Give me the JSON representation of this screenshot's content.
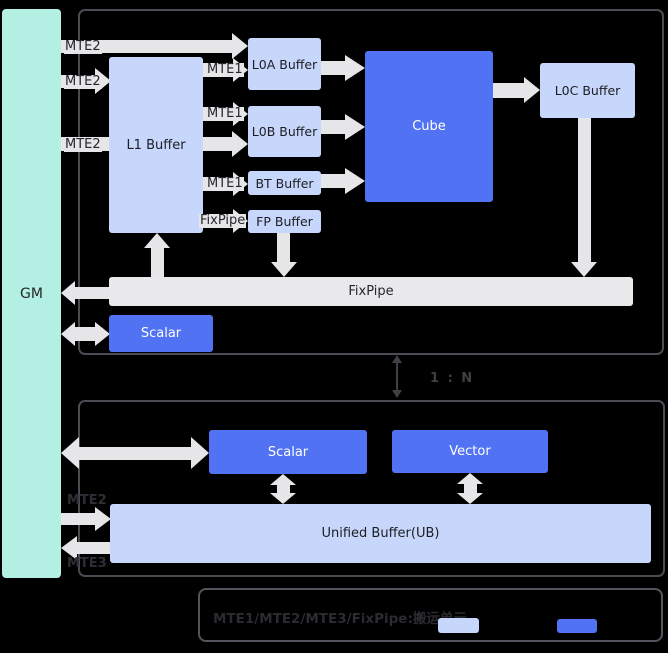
{
  "colors": {
    "background": "#000000",
    "gm_green": "#b3efe2",
    "buffer_light_blue": "#c7d7fc",
    "compute_blue": "#5173f3",
    "arrow_gray": "#e6e6e8",
    "fixpipe_bar_gray": "#e9e9eb",
    "section_border": "#4b4b54",
    "dim_label": "#3f3f45"
  },
  "gm": {
    "label": "GM"
  },
  "top_section": {
    "boxes": {
      "l1_buffer": "L1 Buffer",
      "l0a_buffer": "L0A Buffer",
      "l0b_buffer": "L0B Buffer",
      "bt_buffer": "BT Buffer",
      "fp_buffer": "FP Buffer",
      "cube": "Cube",
      "l0c_buffer": "L0C Buffer",
      "fixpipe_bar": "FixPipe",
      "scalar": "Scalar"
    },
    "arrow_labels": {
      "mte2_gm_l0a": "MTE2",
      "mte2_gm_l1": "MTE2",
      "mte2_gm_l0b": "MTE2",
      "mte1_l1_l0a": "MTE1",
      "mte1_l1_l0b": "MTE1",
      "mte1_l1_bt": "MTE1",
      "fixpipe_l1_fp": "FixPipe"
    }
  },
  "connector": {
    "label": "1 : N"
  },
  "bottom_section": {
    "boxes": {
      "scalar": "Scalar",
      "vector": "Vector",
      "unified_buffer": "Unified Buffer(UB)"
    },
    "arrow_labels": {
      "mte2_gm_ub": "MTE2",
      "mte3_ub_gm": "MTE3"
    }
  },
  "legend": {
    "text": "MTE1/MTE2/MTE3/FixPipe:搬运单元",
    "swatch_light_blue": "#c7d7fc",
    "swatch_blue": "#5173f3"
  }
}
